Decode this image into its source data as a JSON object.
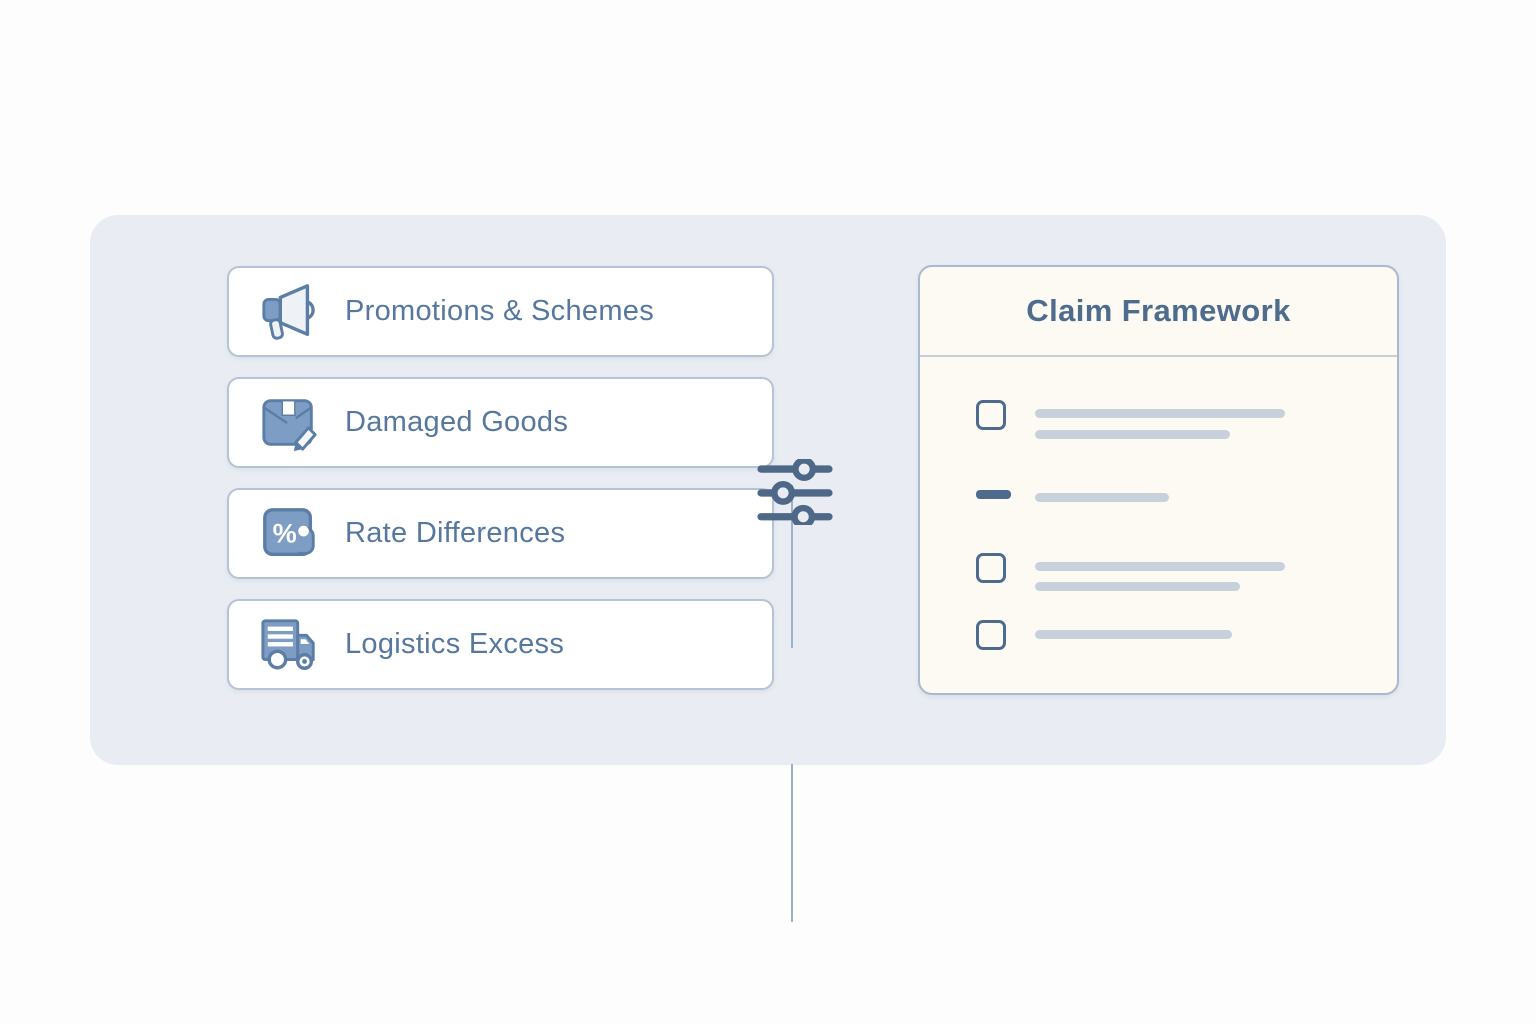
{
  "diagram": {
    "left_panel": {
      "items": [
        {
          "label": "Promotions & Schemes",
          "icon": "megaphone-icon"
        },
        {
          "label": "Damaged Goods",
          "icon": "damaged-goods-icon"
        },
        {
          "label": "Rate Differences",
          "icon": "percent-icon"
        },
        {
          "label": "Logistics Excess",
          "icon": "truck-icon"
        }
      ]
    },
    "connector": {
      "icon": "sliders-icon"
    },
    "right_panel": {
      "title": "Claim Framework",
      "checklist": [
        {
          "marker": "checkbox",
          "placeholder_lines": 2
        },
        {
          "marker": "dash",
          "placeholder_lines": 1
        },
        {
          "marker": "checkbox",
          "placeholder_lines": 2
        },
        {
          "marker": "checkbox",
          "placeholder_lines": 1
        }
      ]
    },
    "colors": {
      "accent_blue": "#5b7da6",
      "icon_fill": "#7d9dc4",
      "label_text": "#56779e",
      "title_text": "#4d6c8e",
      "container_bg": "#e9edf3",
      "card_bg": "#ffffff",
      "right_card_bg": "#fcfaf3",
      "card_border": "#b6c3d6",
      "placeholder_line": "#c8d0dc",
      "checkbox_border": "#4c6b8d",
      "connector_line": "#9cb1ca",
      "sliders_icon": "#4e6887"
    }
  }
}
